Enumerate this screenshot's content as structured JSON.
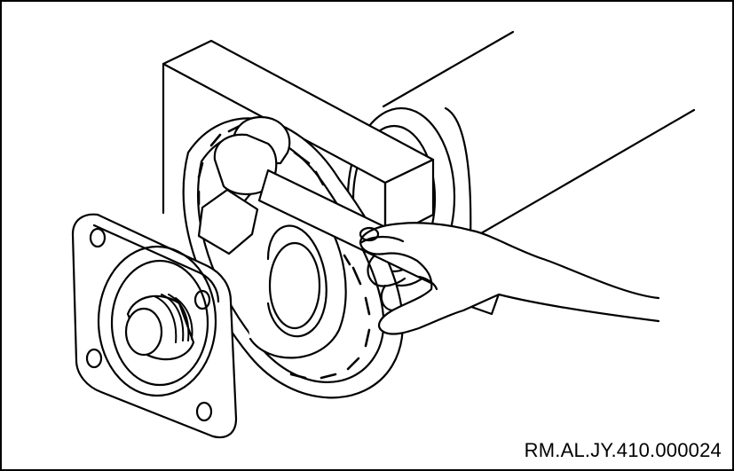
{
  "figure": {
    "reference_code": "RM.AL.JY.410.000024",
    "line_color": "#000000",
    "background_color": "#ffffff",
    "components": [
      "axle-housing",
      "bracket-block",
      "brake-backing-plate",
      "pinion-flange",
      "threaded-shaft",
      "hammer",
      "hand"
    ]
  }
}
